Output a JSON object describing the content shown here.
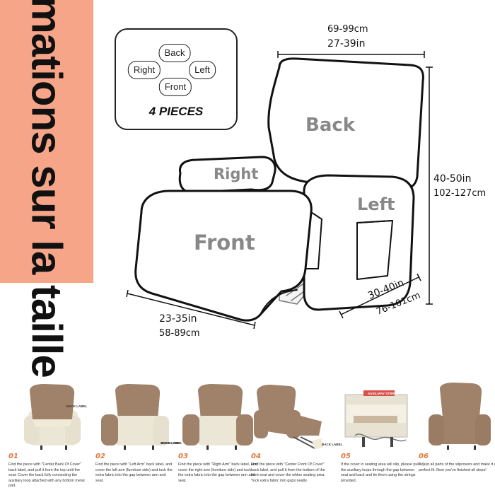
{
  "banner": {
    "text": "Informations sur la taille"
  },
  "legend": {
    "back": "Back",
    "right": "Right",
    "left": "Left",
    "front": "Front",
    "count": "4 PIECES"
  },
  "chair_labels": {
    "back": "Back",
    "right": "Right",
    "left": "Left",
    "front": "Front"
  },
  "dimensions": {
    "width_cm": "69-99cm",
    "width_in": "27-39in",
    "height_in": "40-50in",
    "height_cm": "102-127cm",
    "depth_in": "30-40in",
    "depth_cm": "76-101cm",
    "seat_in": "23-35in",
    "seat_cm": "58-89cm"
  },
  "colors": {
    "banner": "#f7a589",
    "cover": "#a0826a",
    "chair_outline": "#111111",
    "step_number": "#e0773a"
  },
  "steps": [
    {
      "num": "01",
      "text": "Find the piece with \"Center Back Of Cover\" back label, and pull it from the top until the seat. Cover the back fully connecting the auxiliary loop attached with any bottom metal part.",
      "tag": "BACK LABEL"
    },
    {
      "num": "02",
      "text": "Find the piece with \"Left Arm\" back label, and cover the left arm (furniture side) and tuck the extra fabric into the gap between arm and seat.",
      "tag": "BACK LABEL"
    },
    {
      "num": "03",
      "text": "Find the piece with \"Right Arm\" back label, and cover the right arm (furniture side) and tuck the extra fabric into the gap between arm and seat.",
      "tag": "BACK LABEL"
    },
    {
      "num": "04",
      "text": "Find the piece with \"Center Front Of Cover\" back label, and pull it from the bottom of the front seat and cover the whloe seating area. Tuck extra fabric into gaps neatly.",
      "tag": "BACK LABEL"
    },
    {
      "num": "05",
      "text": "If the cover in seating area will slip, please pull the auxiliary loops through the gap between seat and back and tie them using the strings provided.",
      "tag": "AUXILIARY STRING"
    },
    {
      "num": "06",
      "text": "Adjust all parts of the slipcovers and make it a perfect fit. Now you've finished all steps!",
      "tag": ""
    }
  ]
}
